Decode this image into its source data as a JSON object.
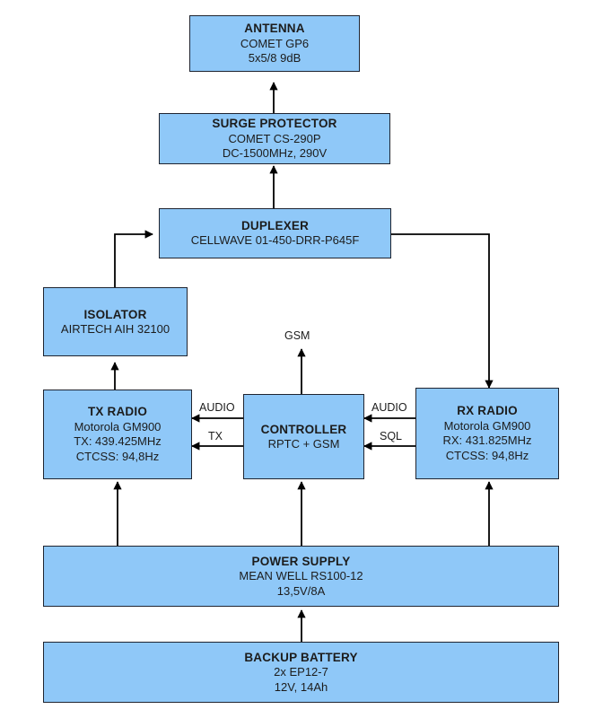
{
  "diagram": {
    "type": "block-diagram",
    "title": "Repeater station block diagram",
    "background_color": "#ffffff",
    "node_fill_color": "#8fc8f8",
    "node_border_color": "#1f2430",
    "wire_color": "#000000"
  },
  "nodes": {
    "antenna": {
      "title": "ANTENNA",
      "line2": "COMET GP6",
      "line3": "5x5/8 9dB"
    },
    "surge_protector": {
      "title": "SURGE PROTECTOR",
      "line2": "COMET CS-290P",
      "line3": "DC-1500MHz, 290V"
    },
    "duplexer": {
      "title": "DUPLEXER",
      "line2": "CELLWAVE 01-450-DRR-P645F"
    },
    "isolator": {
      "title": "ISOLATOR",
      "line2": "AIRTECH AIH 32100"
    },
    "tx_radio": {
      "title": "TX RADIO",
      "line2": "Motorola GM900",
      "line3": "TX: 439.425MHz",
      "line4": "CTCSS: 94,8Hz"
    },
    "controller": {
      "title": "CONTROLLER",
      "line2": "RPTC + GSM"
    },
    "rx_radio": {
      "title": "RX RADIO",
      "line2": "Motorola GM900",
      "line3": "RX: 431.825MHz",
      "line4": "CTCSS: 94,8Hz"
    },
    "power_supply": {
      "title": "POWER SUPPLY",
      "line2": "MEAN WELL RS100-12",
      "line3": "13,5V/8A"
    },
    "backup_battery": {
      "title": "BACKUP BATTERY",
      "line2": "2x EP12-7",
      "line3": "12V, 14Ah"
    }
  },
  "edge_labels": {
    "gsm": "GSM",
    "audio_left": "AUDIO",
    "tx": "TX",
    "audio_right": "AUDIO",
    "sql": "SQL"
  }
}
